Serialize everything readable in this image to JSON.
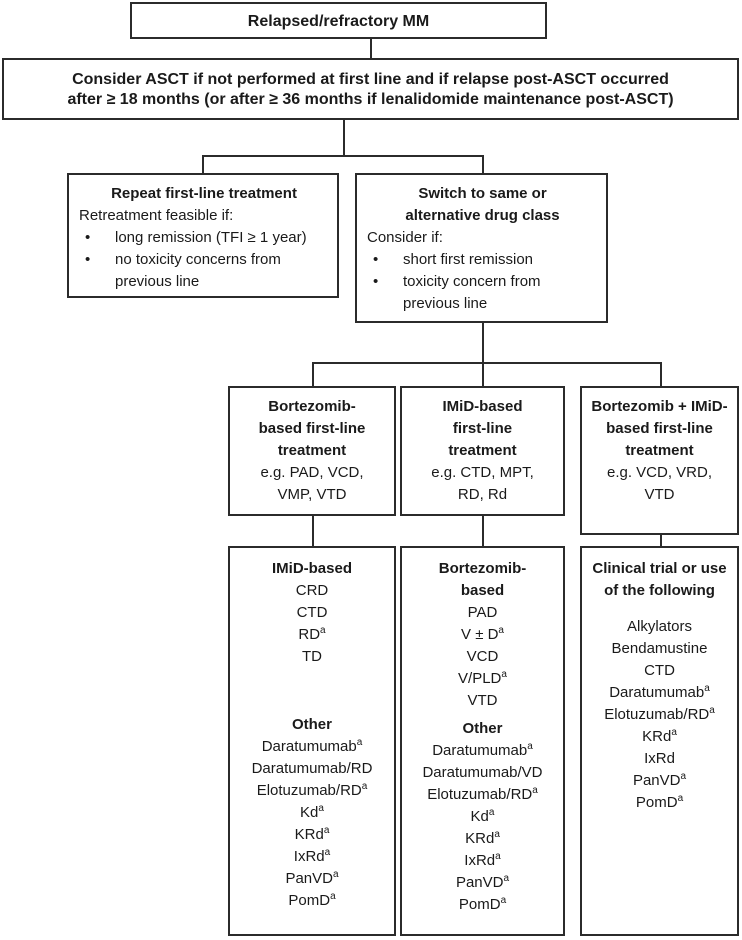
{
  "top": {
    "title": "Relapsed/refractory MM"
  },
  "asct": {
    "line1": "Consider ASCT if not performed at first line and if relapse post-ASCT occurred",
    "line2": "after ≥ 18 months (or after ≥ 36 months if lenalidomide maintenance post-ASCT)"
  },
  "repeat": {
    "title": "Repeat first-line treatment",
    "intro": "Retreatment feasible if:",
    "bullets": [
      "long remission (TFI ≥ 1 year)",
      "no toxicity concerns from previous line"
    ]
  },
  "switch": {
    "title": "Switch to same or alternative drug class",
    "intro": "Consider if:",
    "bullets": [
      "short first remission",
      "toxicity concern from previous line"
    ]
  },
  "first_line": [
    {
      "title": "Bortezomib-based first-line treatment",
      "examples": "e.g. PAD, VCD, VMP, VTD"
    },
    {
      "title": "IMiD-based first-line treatment",
      "examples": "e.g. CTD, MPT, RD, Rd"
    },
    {
      "title": "Bortezomib + IMiD-based first-line treatment",
      "examples": "e.g. VCD, VRD, VTD"
    }
  ],
  "options": [
    {
      "heading": "IMiD-based",
      "items": [
        {
          "text": "CRD",
          "sup": ""
        },
        {
          "text": "CTD",
          "sup": ""
        },
        {
          "text": "RD",
          "sup": "a"
        },
        {
          "text": "TD",
          "sup": ""
        }
      ],
      "other_heading": "Other",
      "other_items": [
        {
          "text": "Daratumumab",
          "sup": "a"
        },
        {
          "text": "Daratumumab/RD",
          "sup": ""
        },
        {
          "text": "Elotuzumab/RD",
          "sup": "a"
        },
        {
          "text": "Kd",
          "sup": "a"
        },
        {
          "text": "KRd",
          "sup": "a"
        },
        {
          "text": "IxRd",
          "sup": "a"
        },
        {
          "text": "PanVD",
          "sup": "a"
        },
        {
          "text": "PomD",
          "sup": "a"
        }
      ]
    },
    {
      "heading": "Bortezomib-based",
      "items": [
        {
          "text": "PAD",
          "sup": ""
        },
        {
          "text": "V ± D",
          "sup": "a"
        },
        {
          "text": "VCD",
          "sup": ""
        },
        {
          "text": "V/PLD",
          "sup": "a"
        },
        {
          "text": "VTD",
          "sup": ""
        }
      ],
      "other_heading": "Other",
      "other_items": [
        {
          "text": "Daratumumab",
          "sup": "a"
        },
        {
          "text": "Daratumumab/VD",
          "sup": ""
        },
        {
          "text": "Elotuzumab/RD",
          "sup": "a"
        },
        {
          "text": "Kd",
          "sup": "a"
        },
        {
          "text": "KRd",
          "sup": "a"
        },
        {
          "text": "IxRd",
          "sup": "a"
        },
        {
          "text": "PanVD",
          "sup": "a"
        },
        {
          "text": "PomD",
          "sup": "a"
        }
      ]
    },
    {
      "heading": "Clinical trial or use of the following",
      "items": [
        {
          "text": "Alkylators",
          "sup": ""
        },
        {
          "text": "Bendamustine",
          "sup": ""
        },
        {
          "text": "CTD",
          "sup": ""
        },
        {
          "text": "Daratumumab",
          "sup": "a"
        },
        {
          "text": "Elotuzumab/RD",
          "sup": "a"
        },
        {
          "text": "KRd",
          "sup": "a"
        },
        {
          "text": "IxRd",
          "sup": ""
        },
        {
          "text": "PanVD",
          "sup": "a"
        },
        {
          "text": "PomD",
          "sup": "a"
        }
      ]
    }
  ]
}
